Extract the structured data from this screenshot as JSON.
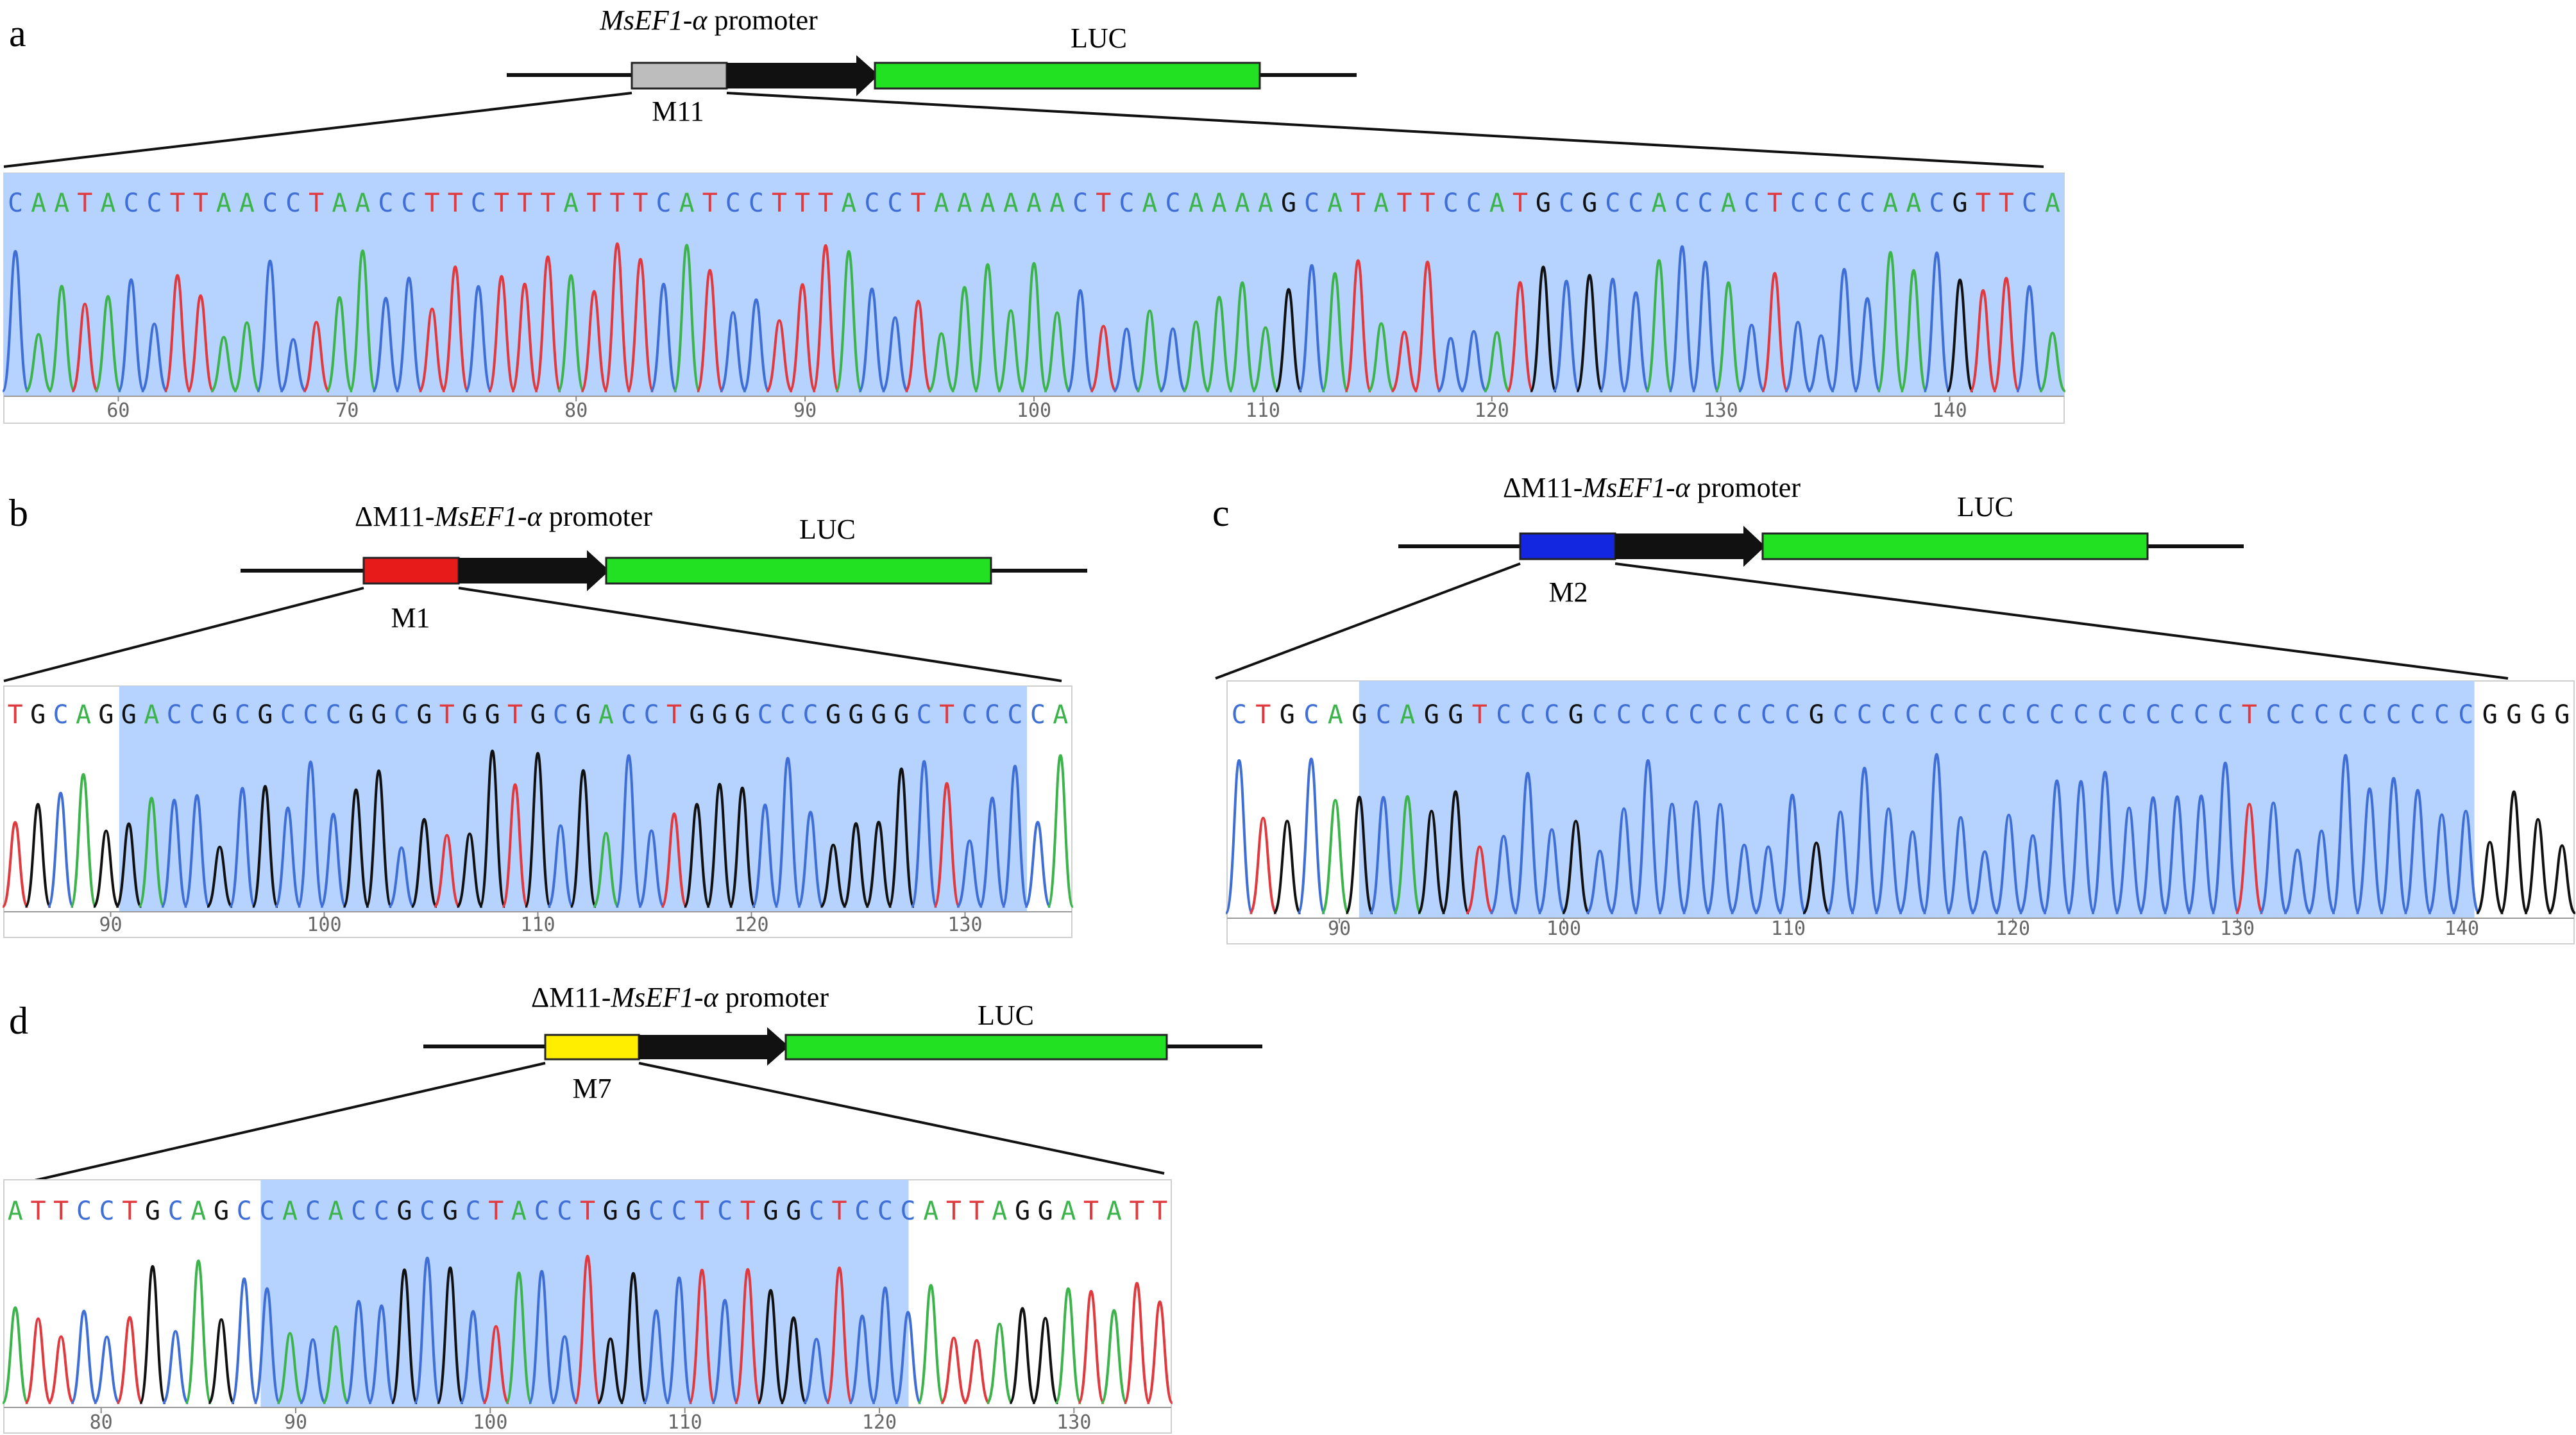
{
  "colors": {
    "A": "#3cb44b",
    "C": "#3f6fd6",
    "G": "#111111",
    "T": "#e0393e",
    "highlight": "#b6d3ff",
    "luc": "#22e022",
    "m11": "#bdbdbd",
    "m1": "#e81b1b",
    "m2": "#1326e0",
    "m7": "#ffee00"
  },
  "panels": [
    {
      "id": "a",
      "letter": "a",
      "promoter_prefix": "",
      "promoter_italic": "MsEF1-α",
      "promoter_suffix": " promoter",
      "luc_label": "LUC",
      "region_label": "M11",
      "region_color_key": "m11",
      "sequence": "CAATACCTTAACCTAACCTTCTTTATTTCATCCTTTACCTAAAAAACTCACAAAAGCATATTCCATGCGCCACCACTCCCCAACGTTCA",
      "ticks": [
        "60",
        "70",
        "80",
        "90",
        "100",
        "110",
        "120",
        "130",
        "140"
      ],
      "highlight_fraction": [
        0.0,
        1.0
      ]
    },
    {
      "id": "b",
      "letter": "b",
      "promoter_prefix": "ΔM11-",
      "promoter_italic": "MsEF1-α",
      "promoter_suffix": " promoter",
      "luc_label": "LUC",
      "region_label": "M1",
      "region_color_key": "m1",
      "sequence": "TGCAGGACCGCGCCCGGCGTGGTGCGACCTGGGCCCGGGGCTCCCCA",
      "ticks": [
        "90",
        "100",
        "110",
        "120",
        "130"
      ],
      "highlight_fraction": [
        0.108,
        0.958
      ]
    },
    {
      "id": "c",
      "letter": "c",
      "promoter_prefix": "ΔM11-",
      "promoter_italic": "MsEF1-α",
      "promoter_suffix": " promoter",
      "luc_label": "LUC",
      "region_label": "M2",
      "region_color_key": "m2",
      "sequence": "CTGCAGCAGGTCCCGCCCCCCCCCGCCCCCCCCCCCCCCCCCTCCCCCCCCCGGGG",
      "ticks": [
        "90",
        "100",
        "110",
        "120",
        "130",
        "140"
      ],
      "highlight_fraction": [
        0.098,
        0.926
      ]
    },
    {
      "id": "d",
      "letter": "d",
      "promoter_prefix": "ΔM11-",
      "promoter_italic": "MsEF1-α",
      "promoter_suffix": " promoter",
      "luc_label": "LUC",
      "region_label": "M7",
      "region_color_key": "m7",
      "sequence": "ATTCCTGCAGCCACACCGCGCTACCTGGCCTCTGGCTCCCATTAGGATATT",
      "ticks": [
        "80",
        "90",
        "100",
        "110",
        "120",
        "130"
      ],
      "highlight_fraction": [
        0.22,
        0.775
      ]
    }
  ]
}
